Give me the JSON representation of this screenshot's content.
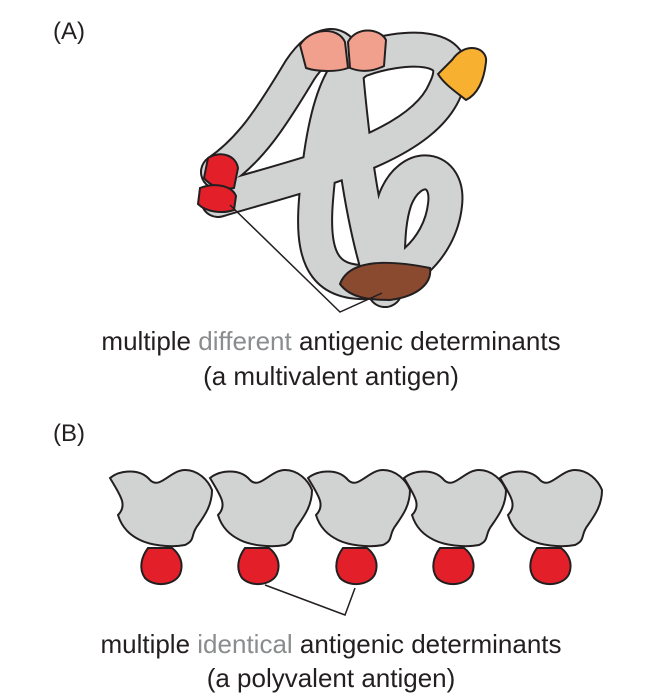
{
  "panel_a": {
    "label": "(A)",
    "caption_word1": "multiple",
    "caption_word2": "different",
    "caption_rest": "antigenic determinants",
    "caption_line2": "(a multivalent antigen)"
  },
  "panel_b": {
    "label": "(B)",
    "caption_word1": "multiple",
    "caption_word2": "identical",
    "caption_rest": "antigenic determinants",
    "caption_line2": "(a polyvalent antigen)"
  },
  "colors": {
    "chain_fill": "#d1d3d2",
    "chain_stroke": "#231f20",
    "determinant_red": "#e3202a",
    "determinant_salmon": "#f0a08c",
    "determinant_orange": "#f7b02f",
    "determinant_brown": "#8a4a2f",
    "highlight_word": "#8a8c8e"
  }
}
